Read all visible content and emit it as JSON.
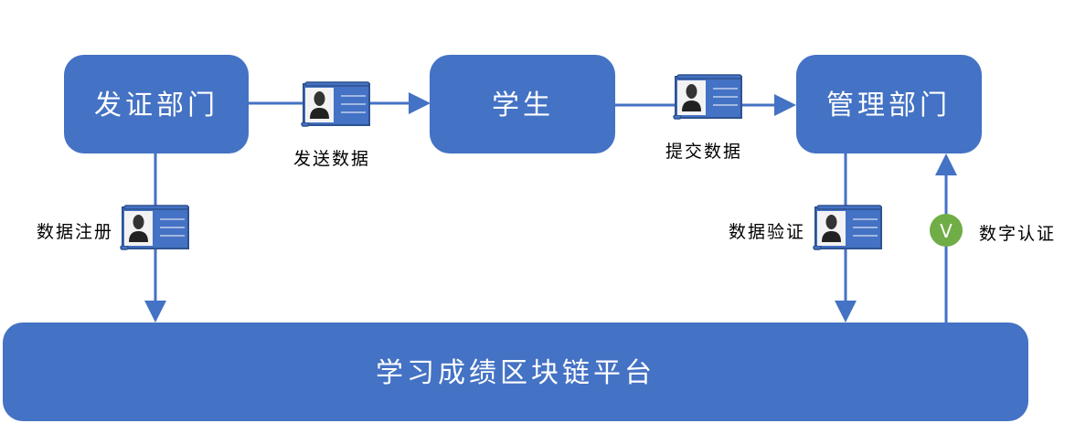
{
  "nodes": {
    "issuer": "发证部门",
    "student": "学生",
    "manager": "管理部门",
    "platform": "学习成绩区块链平台"
  },
  "edges": {
    "send": "发送数据",
    "submit": "提交数据",
    "register": "数据注册",
    "verify": "数据验证",
    "certify": "数字认证"
  },
  "badge": "V",
  "colors": {
    "box": "#4472c4",
    "line": "#4472c4",
    "badge": "#70ad47"
  }
}
